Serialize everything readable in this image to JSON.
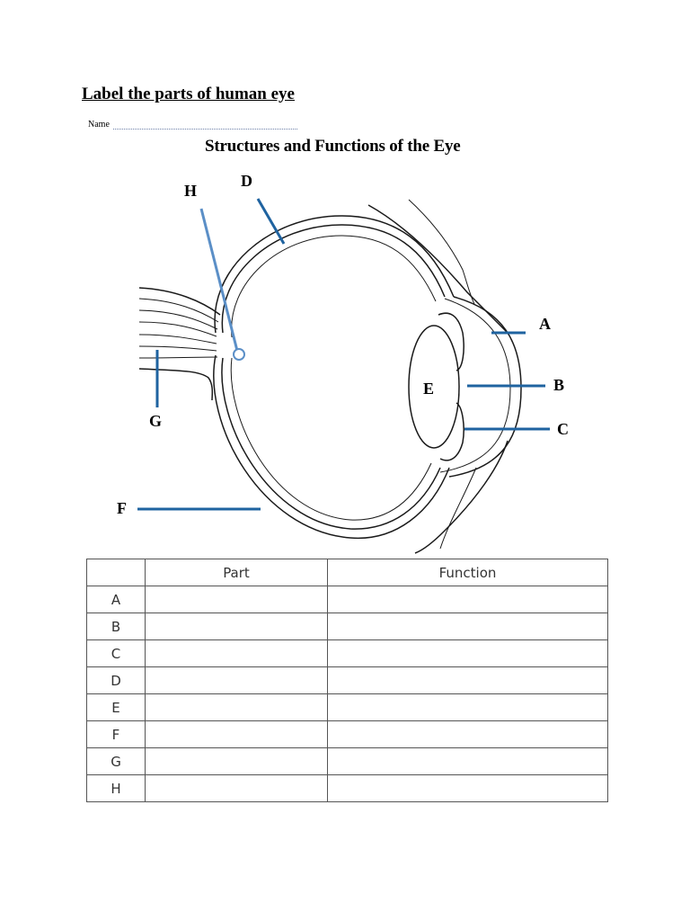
{
  "title": "Label the parts of human eye",
  "name_label": "Name",
  "diagram_title": "Structures and Functions of the Eye",
  "labels": {
    "A": "A",
    "B": "B",
    "C": "C",
    "D": "D",
    "E": "E",
    "F": "F",
    "G": "G",
    "H": "H"
  },
  "table": {
    "headers": [
      "",
      "Part",
      "Function"
    ],
    "rows": [
      {
        "letter": "A",
        "part": "",
        "function": ""
      },
      {
        "letter": "B",
        "part": "",
        "function": ""
      },
      {
        "letter": "C",
        "part": "",
        "function": ""
      },
      {
        "letter": "D",
        "part": "",
        "function": ""
      },
      {
        "letter": "E",
        "part": "",
        "function": ""
      },
      {
        "letter": "F",
        "part": "",
        "function": ""
      },
      {
        "letter": "G",
        "part": "",
        "function": ""
      },
      {
        "letter": "H",
        "part": "",
        "function": ""
      }
    ]
  },
  "colors": {
    "pointer": "#1f63a0",
    "pointer_h": "#5b8fc7"
  }
}
